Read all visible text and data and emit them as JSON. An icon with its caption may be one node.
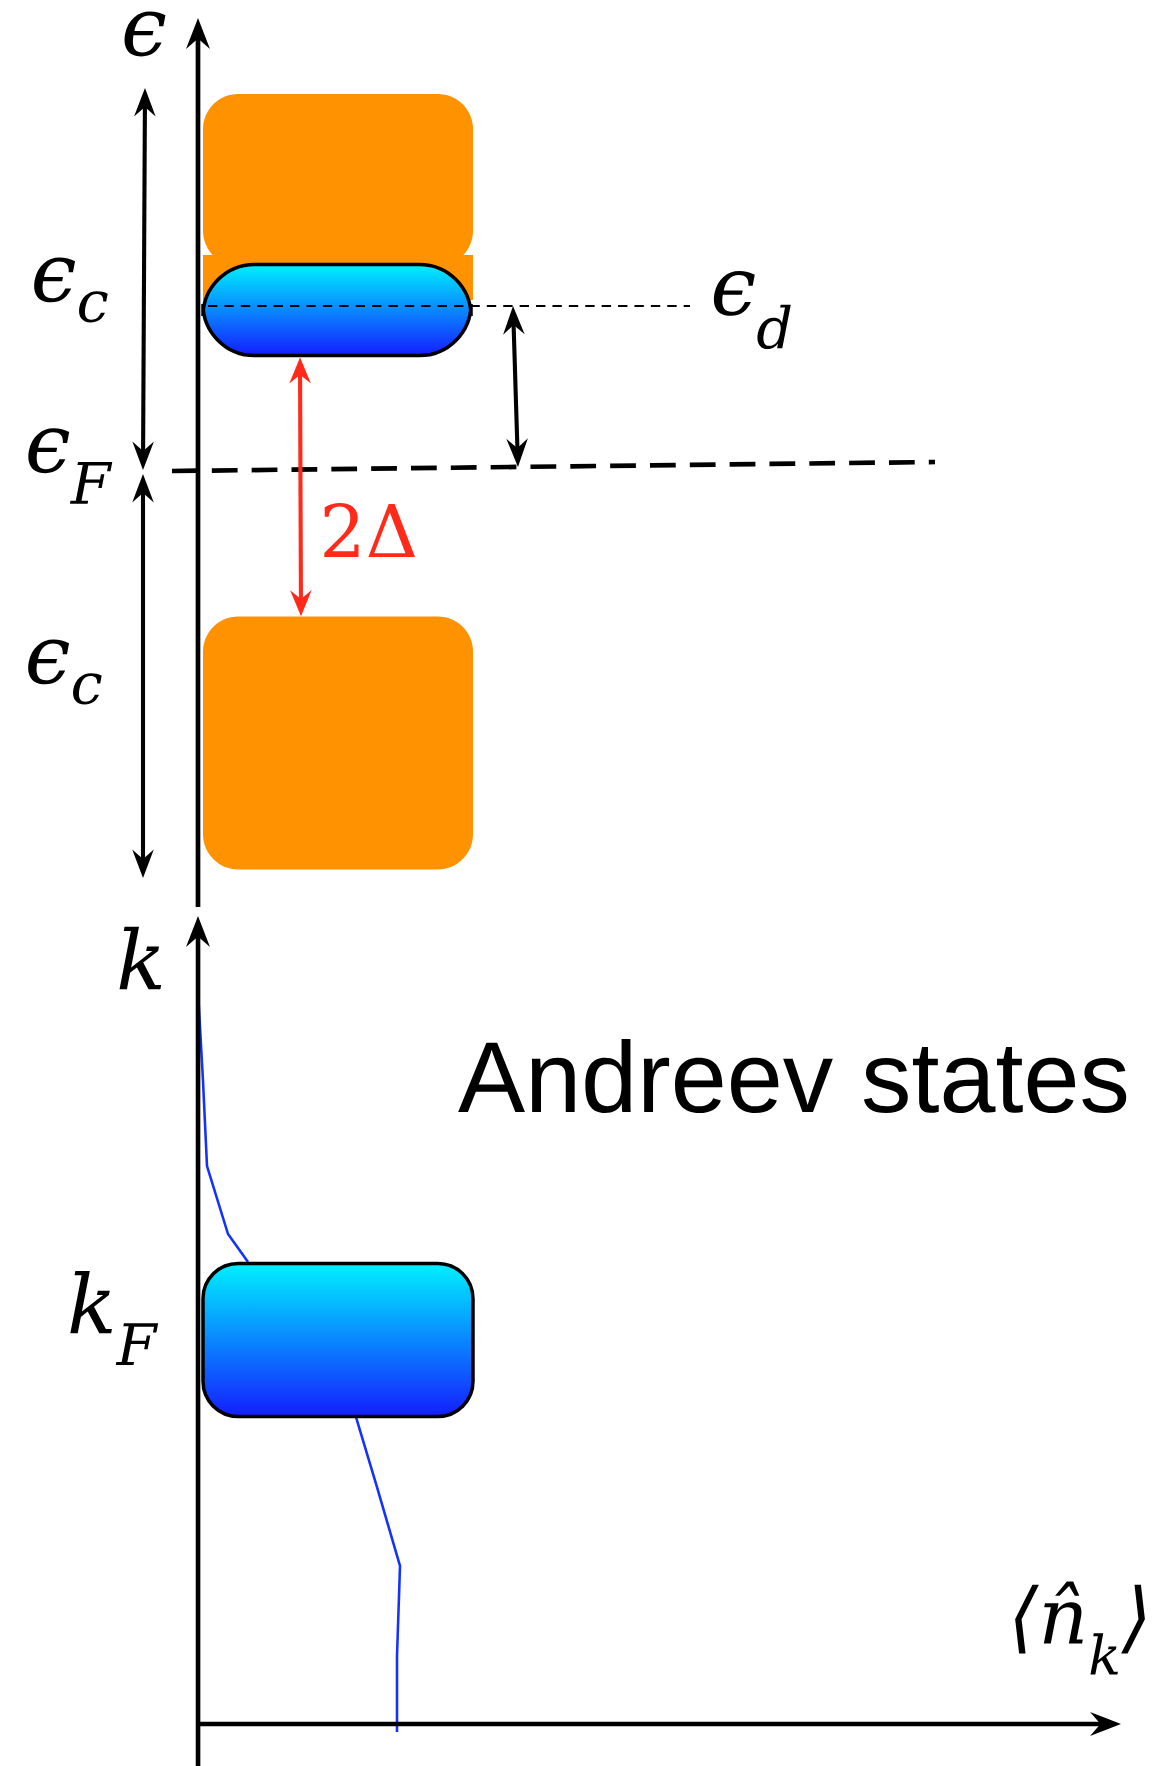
{
  "diagram": {
    "nodes": [
      {
        "text": [],
        "shape": "box"
      },
      {
        "text": [],
        "shape": "bar"
      },
      {
        "text": [],
        "shape": "box"
      },
      {
        "text": [],
        "shape": "box"
      }
    ],
    "edges": [
      {
        "from": 1,
        "to": 2,
        "arrow": "both",
        "label": "2Δ",
        "color": "#ff2a1a"
      }
    ],
    "labels": [
      "ϵ",
      "ϵ$_{c}$",
      "ϵ$_{d}$",
      "ϵ$_{F}$",
      "ϵ$_{c}$",
      "k",
      "Andreev states",
      "k$_{F}$",
      "⟨n̂$_{k}$⟩"
    ]
  }
}
